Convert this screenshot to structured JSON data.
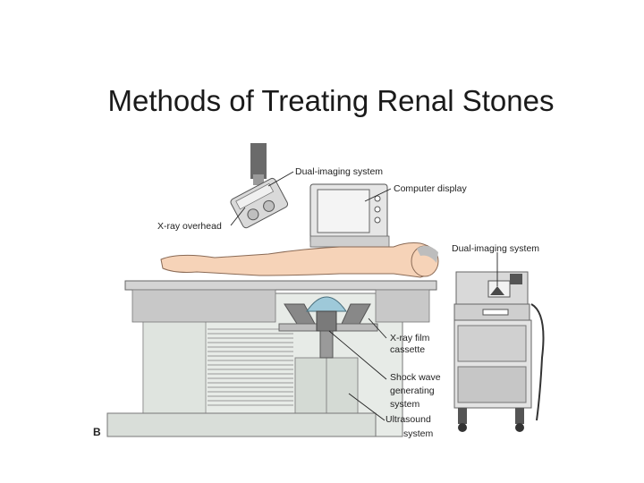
{
  "slide": {
    "title": "Methods of Treating Renal Stones"
  },
  "figure": {
    "panel_letter": "B",
    "labels": {
      "dual_imaging_top": "Dual-imaging system",
      "computer_display": "Computer display",
      "xray_overhead": "X-ray overhead",
      "dual_imaging_right": "Dual-imaging system",
      "xray_film_1": "X-ray film",
      "xray_film_2": "cassette",
      "shock_wave_1": "Shock wave",
      "shock_wave_2": "generating",
      "shock_wave_3": "system",
      "ultrasound_1": "Ultrasound",
      "ultrasound_2": "system"
    }
  }
}
